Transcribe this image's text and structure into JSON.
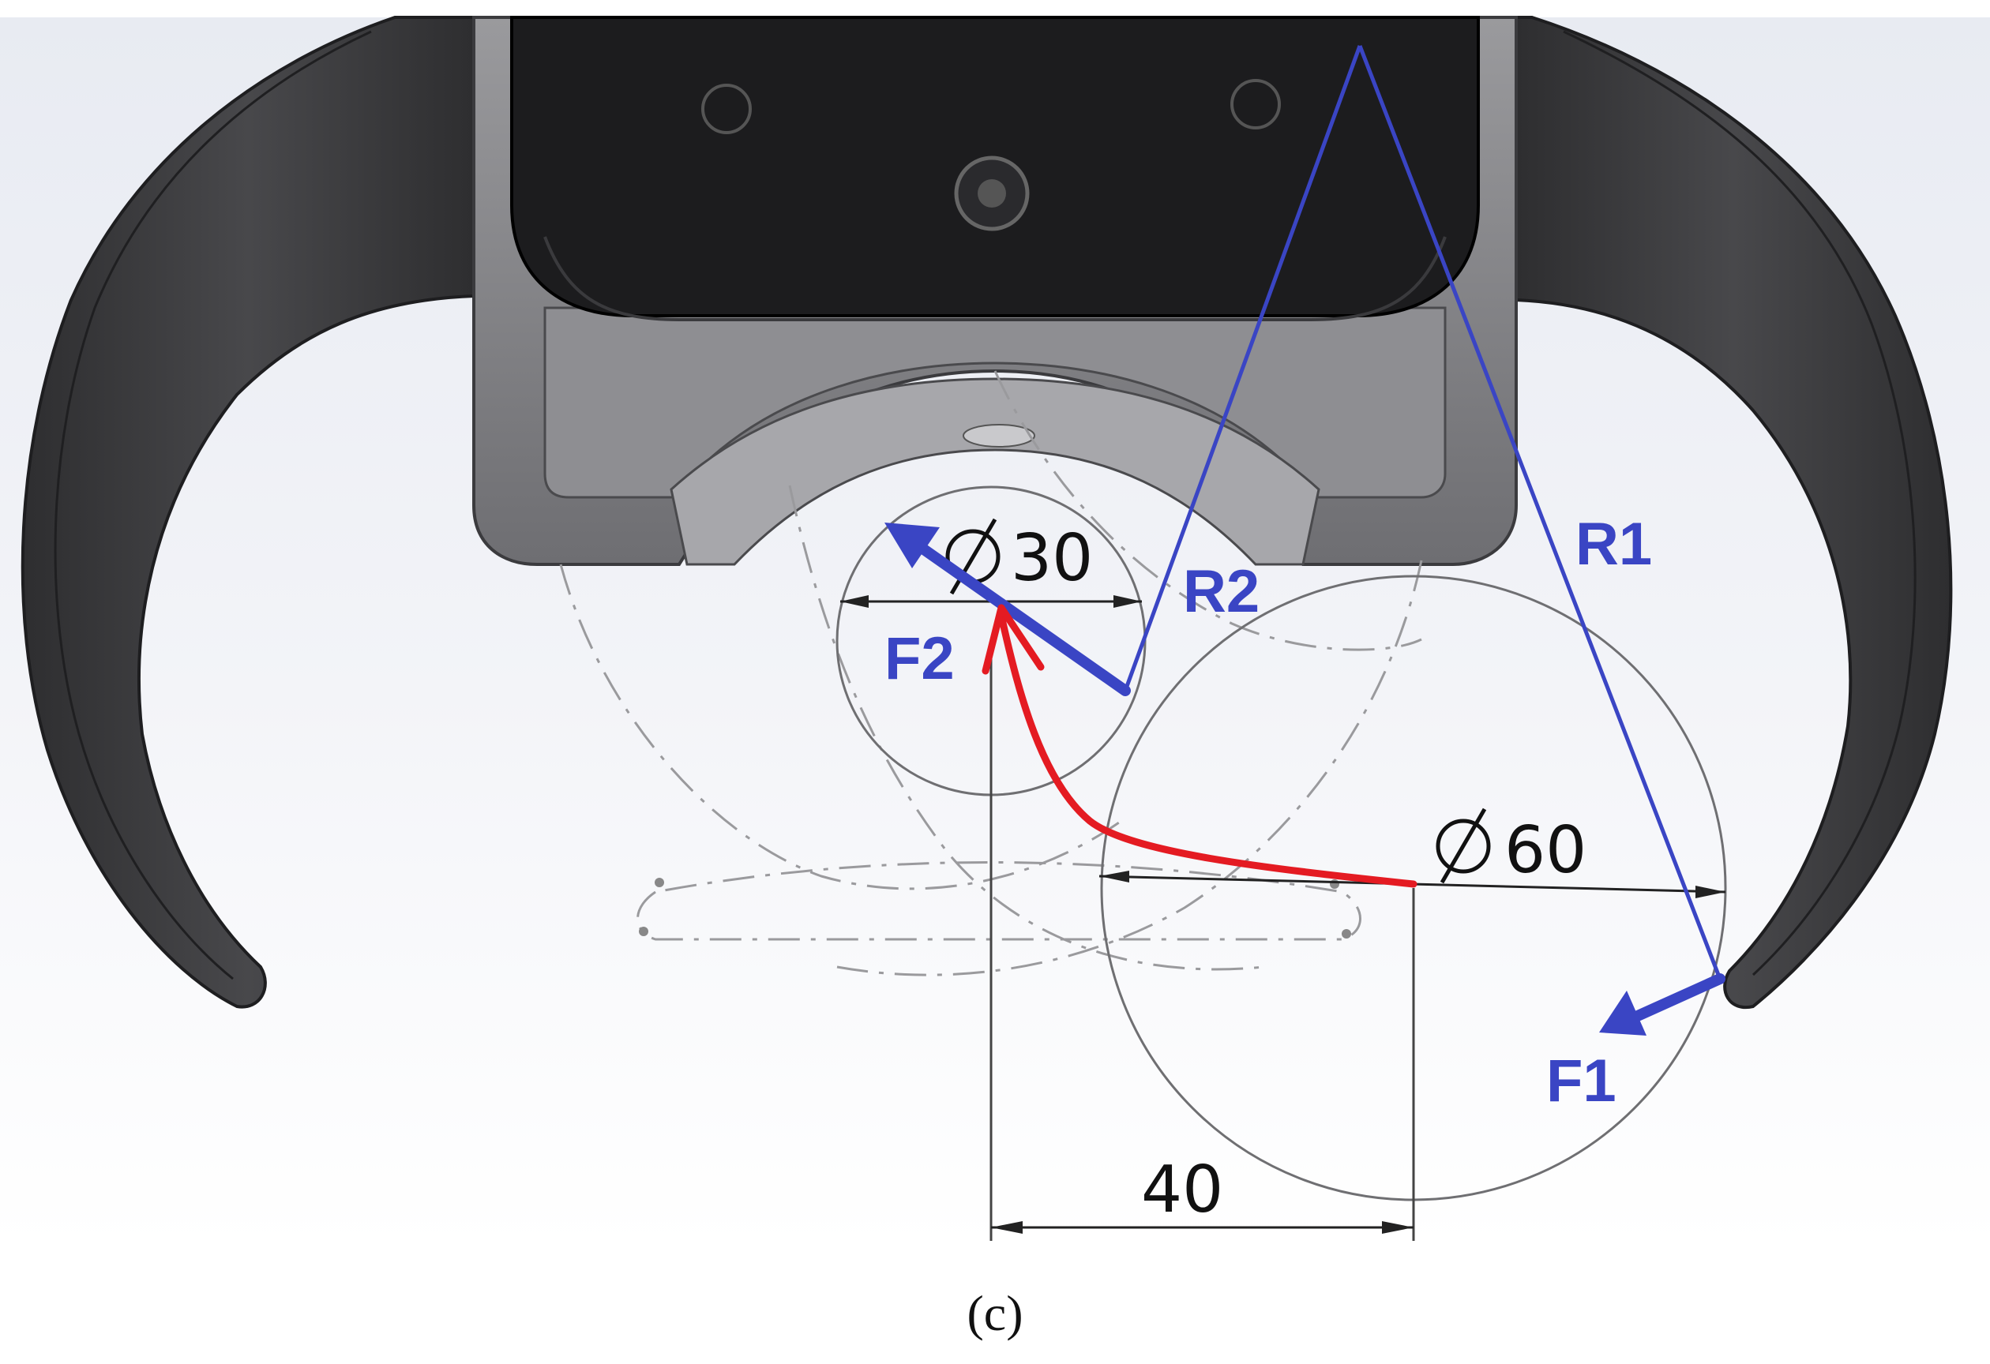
{
  "labels": {
    "dia_small": "30",
    "dia_large": "60",
    "center_distance": "40",
    "r1": "R1",
    "r2": "R2",
    "f1": "F1",
    "f2": "F2"
  },
  "caption": "(c)",
  "colors": {
    "force_blue": "#3a45c4",
    "path_red": "#e41b22",
    "finger_dark": "#3a3a3c",
    "housing_gray": "#8c8c8f",
    "body_black": "#1c1c1e",
    "background_gradient_top": "#e8ebf2"
  },
  "symbols": {
    "diameter": "diameter-symbol"
  }
}
